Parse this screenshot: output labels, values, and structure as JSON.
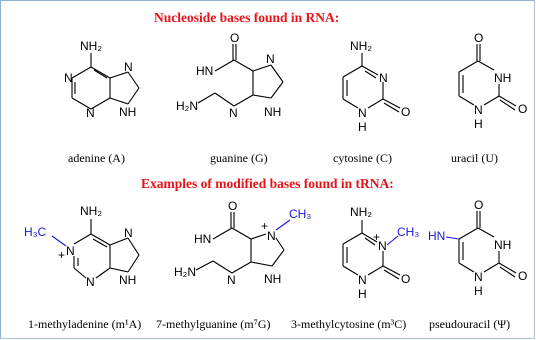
{
  "title_rna": "Nucleoside bases found in RNA:",
  "title_trna": "Examples of modified bases found in tRNA:",
  "rna_bases": [
    {
      "name": "adenine (A)"
    },
    {
      "name": "guanine (G)"
    },
    {
      "name": "cytosine (C)"
    },
    {
      "name": "uracil (U)"
    }
  ],
  "trna_bases": [
    {
      "name": "1-methyladenine (m¹A)"
    },
    {
      "name": "7-methylguanine (m⁷G)"
    },
    {
      "name": "3-methylcytosine (m³C)"
    },
    {
      "name": "pseudouracil (Ψ)"
    }
  ],
  "atoms": {
    "N": "N",
    "NH": "NH",
    "H": "H",
    "O": "O",
    "NH2": "NH₂",
    "H2N": "H₂N",
    "CH3": "CH₃",
    "H3C": "H₃C",
    "HN": "HN",
    "plus": "+"
  },
  "colors": {
    "heading": "#e8131a",
    "methyl": "#1a1ad6",
    "frame": "#8fb3d6"
  }
}
